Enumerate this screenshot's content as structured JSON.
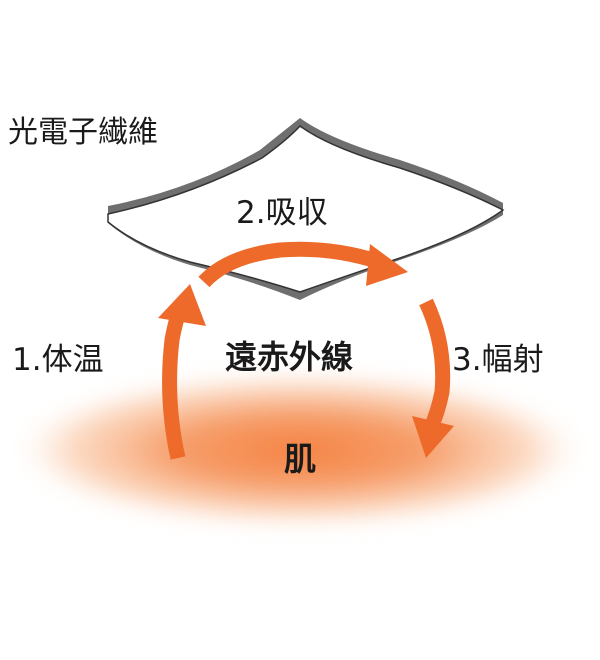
{
  "diagram": {
    "fiber_label": "光電子繊維",
    "absorb_label": "2.吸収",
    "body_heat_label": "1.体温",
    "radiation_label": "3.幅射",
    "center_label": "遠赤外線",
    "skin_label": "肌"
  },
  "colors": {
    "arrow": "#ee6a2a",
    "skin_core": "#f58a4a",
    "skin_edge": "#fde0cc",
    "fabric_edge": "#777777",
    "fabric_top": "#ffffff",
    "text": "#1a1a1a"
  }
}
